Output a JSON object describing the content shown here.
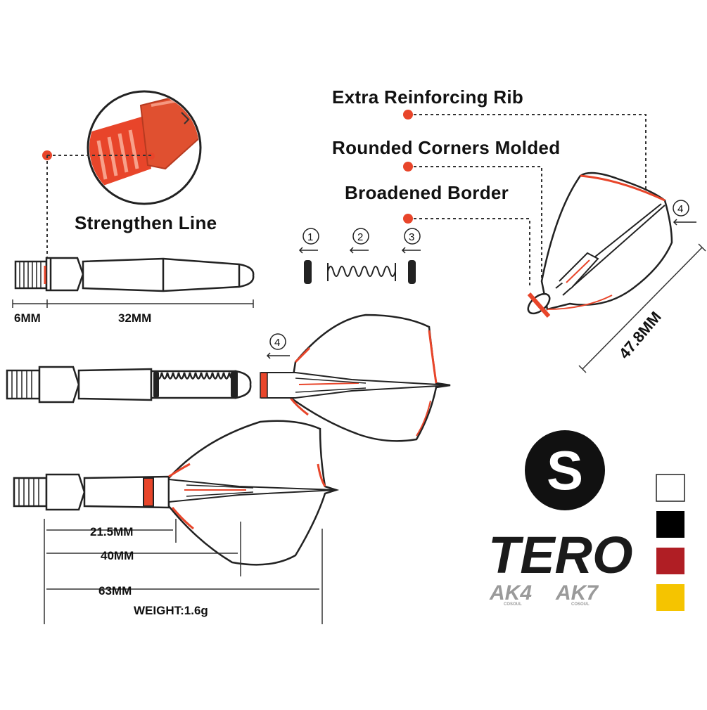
{
  "callouts": {
    "strengthen_line": "Strengthen Line",
    "extra_rib": "Extra Reinforcing Rib",
    "rounded_corners": "Rounded Corners Molded",
    "broadened_border": "Broadened Border"
  },
  "dimensions": {
    "d6": "6MM",
    "d32": "32MM",
    "d47": "47.8MM",
    "d215": "21.5MM",
    "d40": "40MM",
    "d63": "63MM",
    "weight": "WEIGHT:1.6g"
  },
  "parts": {
    "n1": "1",
    "n2": "2",
    "n3": "3",
    "n4a": "4",
    "n4b": "4"
  },
  "size": {
    "letter": "S"
  },
  "brand": {
    "name": "TERO",
    "model1": "AK4",
    "model2": "AK7",
    "tag1": "COSOUL",
    "tag2": "COSOUL"
  },
  "swatches": [
    "#ffffff",
    "#000000",
    "#b01e24",
    "#f5c400"
  ],
  "colors": {
    "accent": "#e8452a",
    "outline": "#222222"
  }
}
